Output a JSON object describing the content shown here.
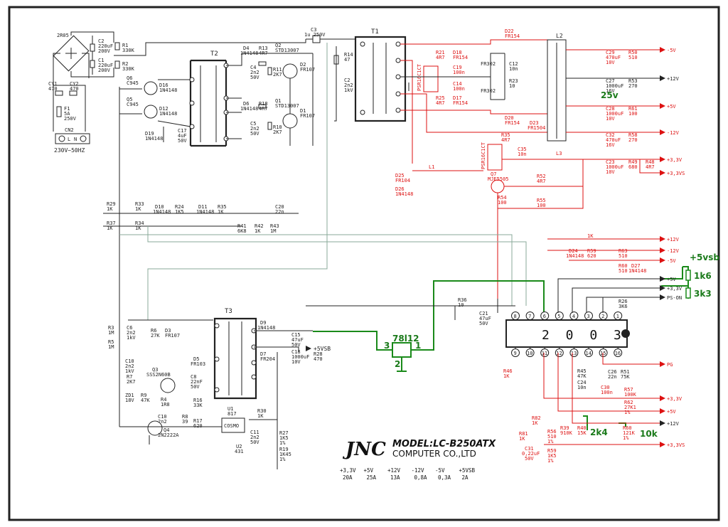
{
  "model": {
    "line1": "MODEL:LC-B250ATX",
    "line2": "COMPUTER CO.,LTD"
  },
  "ic": {
    "name": "2 0 0 3"
  },
  "regulator": {
    "name": "78l12",
    "pin1": "1",
    "pin2": "2",
    "pin3": "3"
  },
  "mains": {
    "label": "230V~50HZ",
    "connector": "CN2",
    "pin_l": "L",
    "pin_n": "N"
  },
  "outputs": {
    "m5v": "-5V",
    "p12v": "+12V",
    "p5v": "+5V",
    "m12v": "-12V",
    "p33v": "+3,3V",
    "p33vs": "+3,3VS",
    "p5vsb": "+5VSB"
  },
  "green_notes": {
    "n25v": "25v",
    "n5vsb": "+5vsb",
    "n1k6": "1k6",
    "n3k3": "3k3",
    "n2k4": "2k4",
    "n10k": "10k"
  },
  "spec_table": [
    {
      "rail": "+3,3V",
      "current": "20A"
    },
    {
      "rail": "+5V",
      "current": "25A"
    },
    {
      "rail": "+12V",
      "current": "13A"
    },
    {
      "rail": "-12V",
      "current": "0,8A"
    },
    {
      "rail": "-5V",
      "current": "0,3A"
    },
    {
      "rail": "+5VSB",
      "current": "2A"
    }
  ],
  "ic_pins_top": [
    "8",
    "7",
    "6",
    "5",
    "4",
    "3",
    "2",
    "1"
  ],
  "ic_pins_bottom": [
    "9",
    "10",
    "11",
    "12",
    "13",
    "14",
    "15",
    "16"
  ],
  "right_inputs": {
    "r1": "+12V",
    "r2": "-12V",
    "r3": "-5V",
    "r4": "+5V",
    "r5": "+3,3V",
    "r6": "PS-ON",
    "pg": "PG"
  },
  "bottom_right_outputs": {
    "o1": "+3,3V",
    "o2": "+5V",
    "o3": "+12V",
    "o4": "+3,3VS"
  },
  "labels": {
    "bridge": "2R05",
    "c2": "C2",
    "c2v": "220uF",
    "c2w": "200V",
    "c1": "C1",
    "c1v": "220uF",
    "c1w": "200V",
    "r1": "R1",
    "r1v": "330K",
    "r2": "R2",
    "r2v": "330K",
    "cy1": "CY1",
    "cy1v": "470",
    "cy2": "CY2",
    "cy2v": "470",
    "f1": "F1",
    "f1a": "5A",
    "f1v": "250V",
    "c3": "C3",
    "c3v": "1u 250V",
    "t1": "T1",
    "t2": "T2",
    "t3": "T3",
    "r14": "R14",
    "r14v": "47",
    "c2b": "C2",
    "c2bv": "2n2",
    "c2bw": "1kV",
    "q6": "Q6",
    "q6v": "C945",
    "q5": "Q5",
    "q5v": "C945",
    "d16": "D16",
    "d16v": "1N4148",
    "d12": "D12",
    "d12v": "1N4148",
    "d19": "D19",
    "d19v": "1N4148",
    "c17": "C17",
    "c17v": "4uF",
    "c17w": "50V",
    "d4": "D4",
    "d4v": "1N4148",
    "r13": "R13",
    "r13v": "4R7",
    "c4": "C4",
    "c4v": "2n2",
    "c4w": "50V",
    "r11": "R11",
    "r11v": "2K7",
    "q2": "Q2",
    "q2v": "STD13007",
    "d2": "D2",
    "d2v": "FR107",
    "d6": "D6",
    "d6v": "1N4148",
    "r18": "R18",
    "r18v": "4R7",
    "c5": "C5",
    "c5v": "2n2",
    "c5w": "50V",
    "r10": "R10",
    "r10v": "2K7",
    "q1": "Q1",
    "q1v": "STD13007",
    "d1": "D1",
    "d1v": "FR107",
    "d22": "D22",
    "d22v": "FR154",
    "r21": "R21",
    "r21v": "4R7",
    "d18": "D18",
    "d18v": "FR154",
    "c19": "C19",
    "c19v": "100n",
    "c14": "C14",
    "c14v": "100n",
    "r25": "R25",
    "r25v": "4R7",
    "d17": "D17",
    "d17v": "FR154",
    "d20": "D20",
    "d20v": "FR154",
    "psr1": "PSR16C1CT",
    "psr2": "PSR16C1CT",
    "fr302a": "FR302",
    "fr302b": "FR302",
    "c12": "C12",
    "c12v": "10n",
    "r23": "R23",
    "r23v": "10",
    "l2": "L2",
    "d23": "D23",
    "d23v": "FR1504",
    "c29": "C29",
    "c29v": "470uF",
    "c29w": "10V",
    "r50": "R50",
    "r50v": "510",
    "c27": "C27",
    "c27v": "1000uF",
    "c27w": "16V",
    "r53": "R53",
    "r53v": "270",
    "c28": "C28",
    "c28v": "1000uF",
    "c28w": "10V",
    "r61": "R61",
    "r61v": "100",
    "c32": "C32",
    "c32v": "470uF",
    "c32w": "16V",
    "r58": "R58",
    "r58v": "270",
    "c23": "C23",
    "c23v": "1000uF",
    "c23w": "10V",
    "r49": "R49",
    "r49v": "680",
    "r48": "R48",
    "r48v": "4R7",
    "r35": "R35",
    "r35v": "4R7",
    "c35": "C35",
    "c35v": "10n",
    "l3": "L3",
    "l1": "L1",
    "d25": "D25",
    "d25v": "FR104",
    "d26": "D26",
    "d26v": "1N4148",
    "q7": "Q7",
    "q7v": "MJE5505",
    "r52": "R52",
    "r52v": "4R7",
    "r54": "R54",
    "r54v": "100",
    "r55": "R55",
    "r55v": "100",
    "r29": "R29",
    "r29v": "1K",
    "r33": "R33",
    "r33v": "1K",
    "r37": "R37",
    "r37v": "1K",
    "r34": "R34",
    "r34v": "1K",
    "d10": "D10",
    "d10v": "1N4148",
    "r24": "R24",
    "r24v": "1K5",
    "d11": "D11",
    "d11v": "1N4148",
    "r35b": "R35",
    "r35bv": "1K",
    "c20": "C20",
    "c20v": "22n",
    "r41": "R41",
    "r41v": "6K8",
    "r42": "R42",
    "r42v": "1K",
    "r43": "R43",
    "r43v": "1M",
    "r1k": "1K",
    "d24": "D24",
    "d24v": "1N4148",
    "r59": "R59",
    "r59v": "620",
    "r63": "R63",
    "r63v": "510",
    "r60": "R60",
    "r60v": "510",
    "d27": "D27",
    "d27v": "1N4148",
    "r36": "R36",
    "r36v": "10",
    "c21": "C21",
    "c21v": "47uF",
    "c21w": "50V",
    "r26": "R26",
    "r26v": "3K6",
    "r3": "R3",
    "r3v": "1M",
    "r5": "R5",
    "r5v": "1M",
    "c6": "C6",
    "c6v": "2n2",
    "c6w": "1kV",
    "r6": "R6",
    "r6v": "27K",
    "d3": "D3",
    "d3v": "FR107",
    "c10": "C10",
    "c10v": "2n2",
    "c10w": "1kV",
    "r7": "R7",
    "r7v": "2K7",
    "q3": "Q3",
    "q3v": "SSS2N60B",
    "d5": "D5",
    "d5v": "FR103",
    "zd1": "ZD1",
    "zd1v": "18V",
    "r9": "R9",
    "r9v": "47K",
    "r4": "R4",
    "r4v": "1R8",
    "c8": "C8",
    "c8v": "22nF",
    "c8w": "50V",
    "c10b": "C10",
    "c10bv": "2n2",
    "r8": "R8",
    "r8v": "39",
    "r16": "R16",
    "r16v": "33K",
    "r17": "R17",
    "r17v": "620",
    "q4": "Q4",
    "q4v": "2N2222A",
    "d9": "D9",
    "d9v": "1N4148",
    "d7": "D7",
    "d7v": "FR204",
    "c15": "C15",
    "c15v": "47uF",
    "c15w": "50V",
    "c18": "C18",
    "c18v": "1000uF",
    "c18w": "10V",
    "r28": "R28",
    "r28v": "470",
    "u1": "U1",
    "u1v": "817",
    "u1l": "COSMO",
    "r30": "R30",
    "r30v": "1K",
    "c11": "C11",
    "c11v": "2n2",
    "c11w": "50V",
    "u2": "U2",
    "u2v": "431",
    "r27": "R27",
    "r27v": "1K5",
    "r27w": "1%",
    "r19": "R19",
    "r19v": "1K45",
    "r19w": "1%",
    "r46": "R46",
    "r46v": "1K",
    "r45": "R45",
    "r45v": "47K",
    "c24": "C24",
    "c24v": "10n",
    "c26": "C26",
    "c26v": "22n",
    "r51": "R51",
    "r51v": "75K",
    "c30": "C30",
    "c30v": "100n",
    "r57": "R57",
    "r57v": "100K",
    "r62": "R62",
    "r62v": "27K1",
    "r62w": "1%",
    "r82": "R82",
    "r82v": "1K",
    "r81": "R81",
    "r81v": "1K",
    "c31": "C31",
    "c31v": "0,22uF",
    "c31w": "50V",
    "r56": "R56",
    "r56v": "510",
    "r56w": "1%",
    "r59b": "R59",
    "r59bv": "1K5",
    "r59bw": "1%",
    "r39": "R39",
    "r39v": "910K",
    "r40": "R40",
    "r40v": "15K",
    "r60b": "R60",
    "r60bv": "121K",
    "r60bw": "1%"
  }
}
